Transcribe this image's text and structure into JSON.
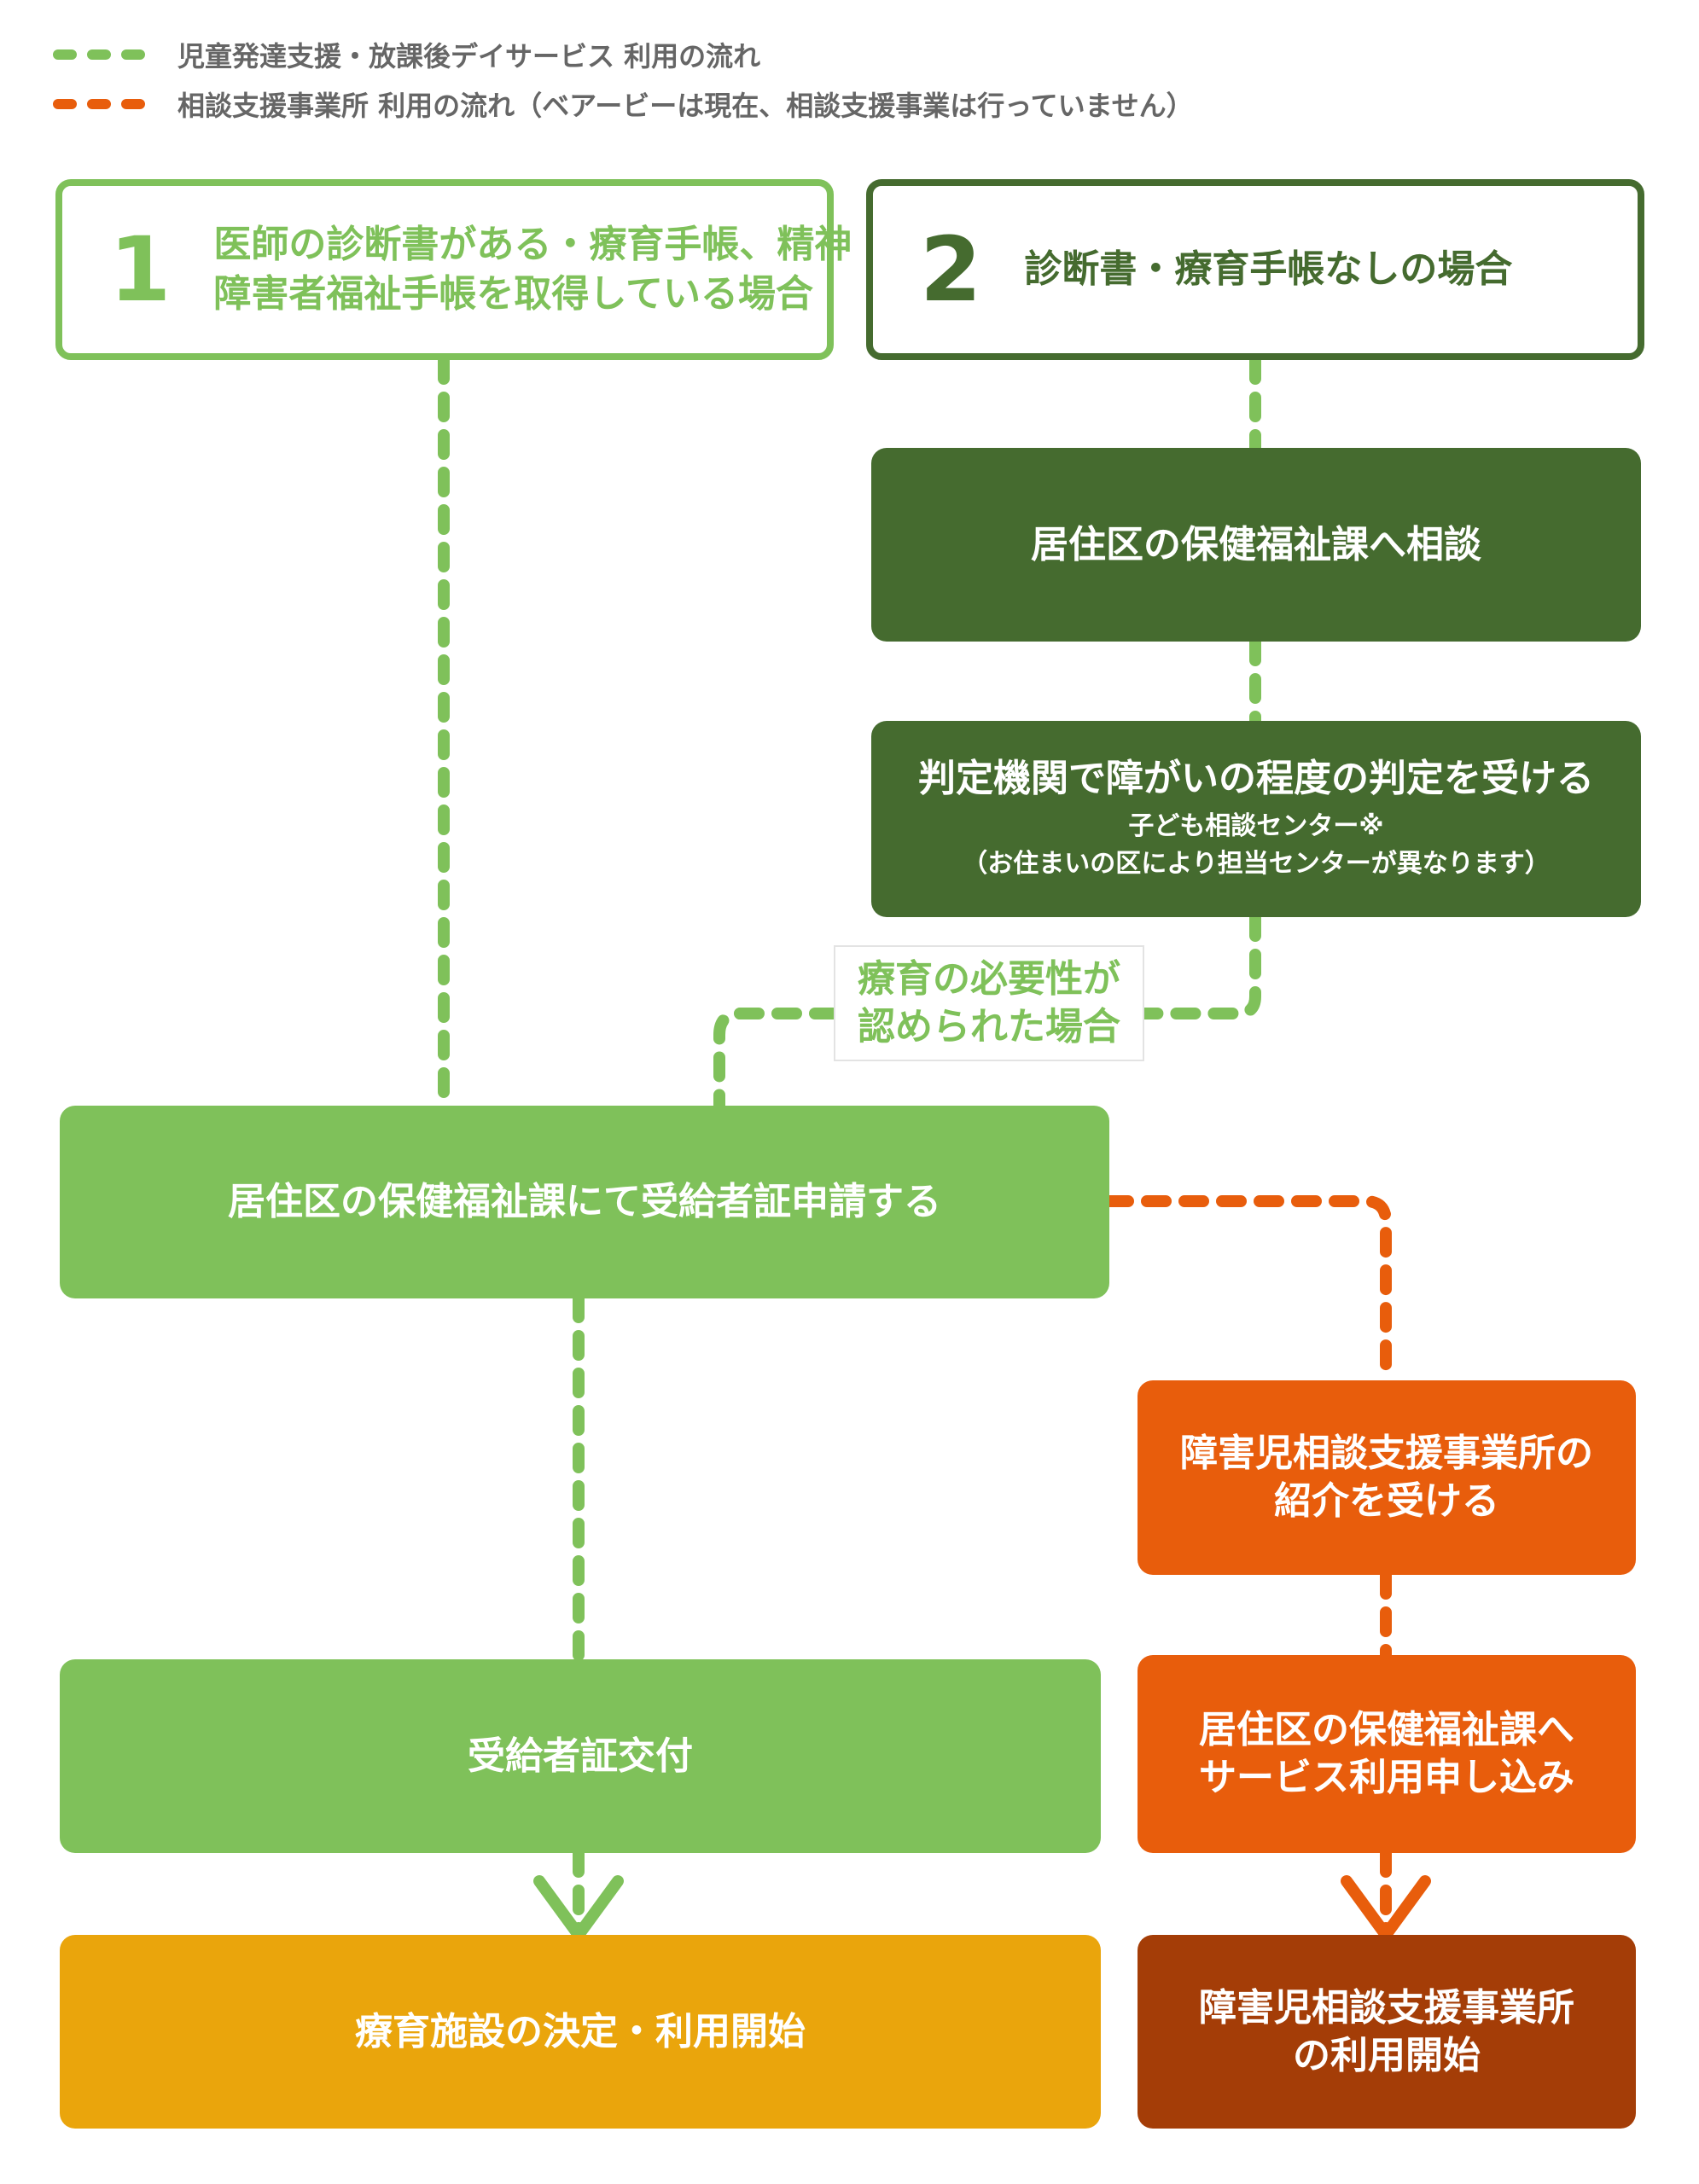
{
  "colors": {
    "light_green": "#7fc15a",
    "dark_green": "#456b2f",
    "orange": "#e85d0c",
    "amber": "#eaa50c",
    "brown": "#a43d07",
    "legend_text": "#666666"
  },
  "legend": {
    "green_label": "児童発達支援・放課後デイサービス 利用の流れ",
    "orange_label": "相談支援事業所 利用の流れ（ベアービーは現在、相談支援事業は行っていません）"
  },
  "case1": {
    "number": "1",
    "line1": "医師の診断書がある・療育手帳、精神",
    "line2": "障害者福祉手帳を取得している場合"
  },
  "case2": {
    "number": "2",
    "text": "診断書・療育手帳なしの場合"
  },
  "steps": {
    "consult": "居住区の保健福祉課へ相談",
    "judgement": {
      "title": "判定機関で障がいの程度の判定を受ける",
      "sub1": "子ども相談センター※",
      "sub2": "（お住まいの区により担当センターが異なります）"
    },
    "condition": {
      "line1": "療育の必要性が",
      "line2": "認められた場合"
    },
    "apply": "居住区の保健福祉課にて受給者証申請する",
    "issue": "受給者証交付",
    "decide": "療育施設の決定・利用開始",
    "referral": {
      "line1": "障害児相談支援事業所の",
      "line2": "紹介を受ける"
    },
    "service_apply": {
      "line1": "居住区の保健福祉課へ",
      "line2": "サービス利用申し込み"
    },
    "start": {
      "line1": "障害児相談支援事業所",
      "line2": "の利用開始"
    }
  }
}
